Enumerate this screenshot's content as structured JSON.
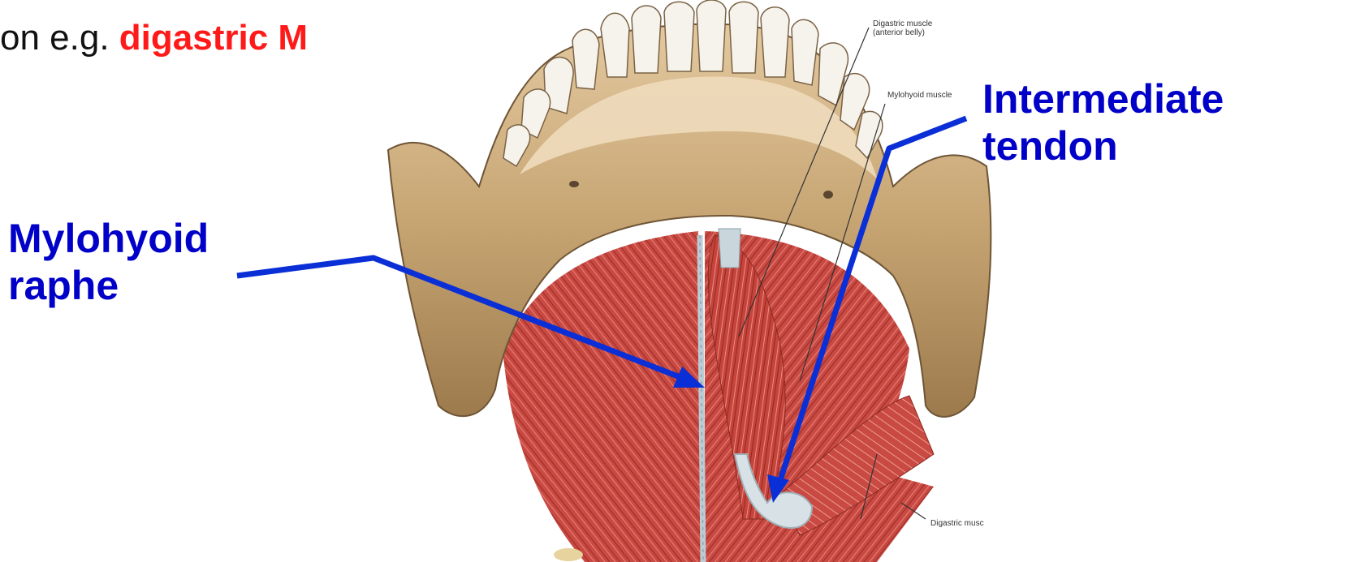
{
  "slide": {
    "intro_text": "on e.g. ",
    "intro_emphasis": "digastric M"
  },
  "callouts": {
    "mylohyoid_raphe": {
      "line1": "Mylohyoid",
      "line2": "raphe"
    },
    "intermediate_tendon": {
      "line1": "Intermediate",
      "line2": "tendon"
    }
  },
  "figure_labels": {
    "digastric_anterior": {
      "line1": "Digastric muscle",
      "line2": "(anterior belly)"
    },
    "mylohyoid_muscle": "Mylohyoid muscle",
    "digastric_posterior": "Digastric musc"
  },
  "colors": {
    "callout_blue": "#0000c8",
    "arrow_blue": "#0a2fd6",
    "emphasis_red": "#ff1a1a",
    "bone": "#c9a878",
    "muscle": "#c8463f",
    "tendon": "#c8d4dc"
  }
}
